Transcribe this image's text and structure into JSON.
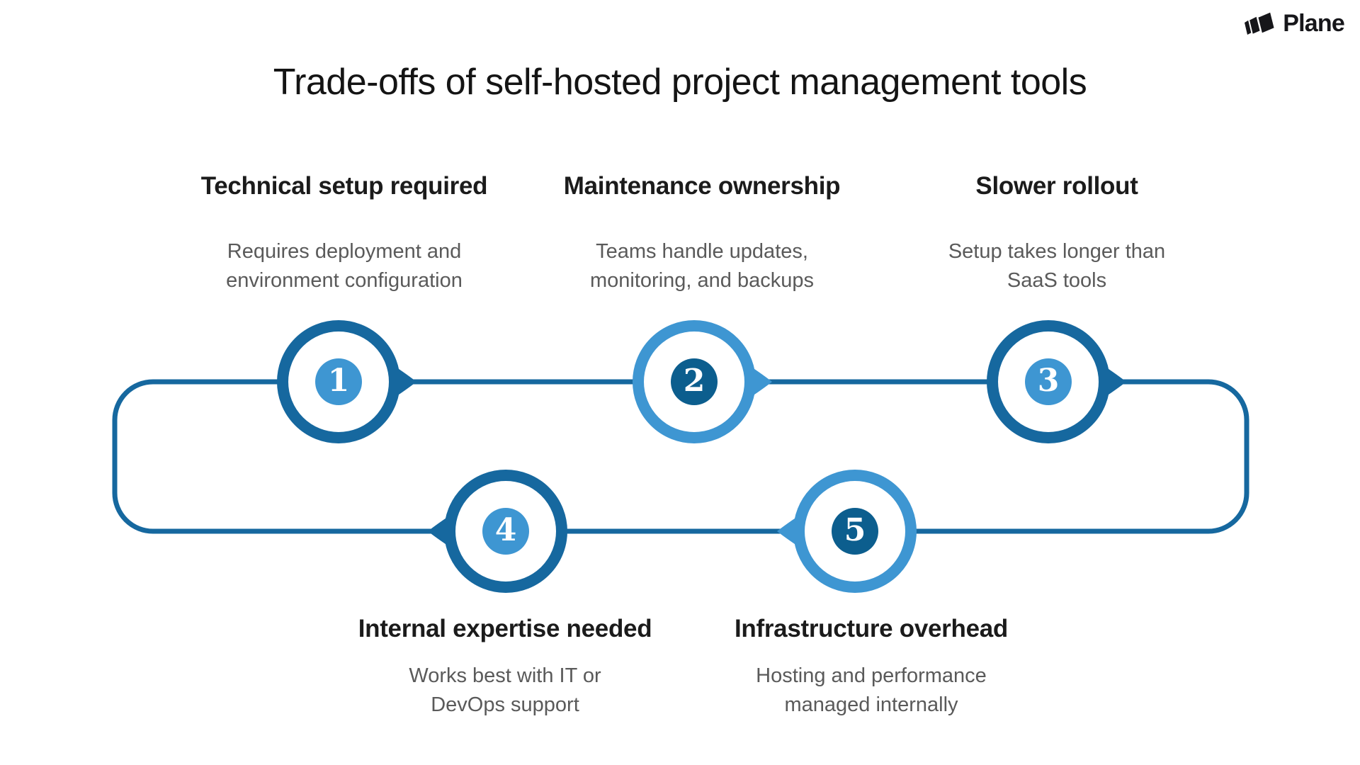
{
  "logo": {
    "text": "Plane"
  },
  "title": "Trade-offs of self-hosted project management tools",
  "colors": {
    "dark_blue": "#16689F",
    "light_blue": "#3E96D2",
    "inner_dark_blue": "#0C5E8E",
    "line_blue": "#16689F",
    "title_color": "#141414",
    "heading_color": "#1B1B1B",
    "subtitle_color": "#5A5A5A",
    "logo_color": "#16161A"
  },
  "steps": [
    {
      "number": "1",
      "heading": "Technical setup required",
      "description": "Requires deployment and\nenvironment configuration"
    },
    {
      "number": "2",
      "heading": "Maintenance ownership",
      "description": "Teams handle updates,\nmonitoring, and backups"
    },
    {
      "number": "3",
      "heading": "Slower rollout",
      "description": "Setup takes longer than\nSaaS tools"
    },
    {
      "number": "4",
      "heading": "Internal expertise needed",
      "description": "Works best with IT or\nDevOps support"
    },
    {
      "number": "5",
      "heading": "Infrastructure overhead",
      "description": "Hosting and performance\nmanaged internally"
    }
  ]
}
